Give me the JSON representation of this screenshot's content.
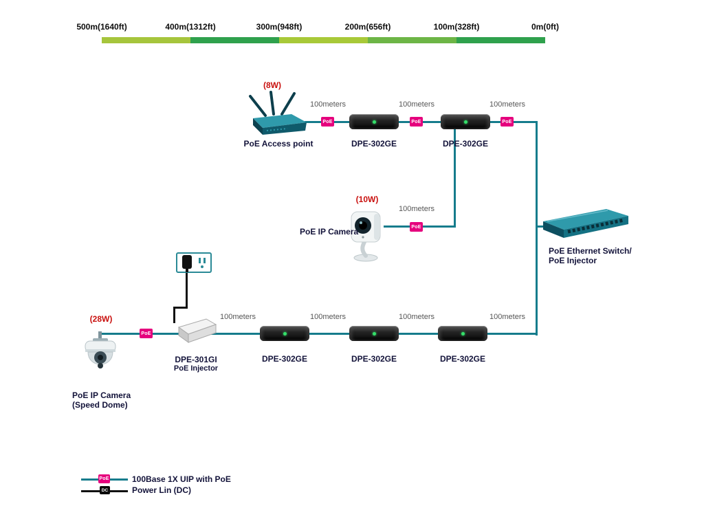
{
  "scale": {
    "labels": [
      "500m(1640ft)",
      "400m(1312ft)",
      "300m(948ft)",
      "200m(656ft)",
      "100m(328ft)",
      "0m(0ft)"
    ]
  },
  "labels": {
    "distance": "100meters"
  },
  "badges": {
    "poe": "PoE",
    "dc": "DC"
  },
  "top_row": {
    "wattage": "(8W)",
    "access_point": "PoE Access point",
    "extender_1": "DPE-302GE",
    "extender_2": "DPE-302GE"
  },
  "middle_row": {
    "wattage": "(10W)",
    "camera": "PoE IP Camera"
  },
  "switch": {
    "line1": "PoE Ethernet Switch/",
    "line2": "PoE Injector"
  },
  "bottom_row": {
    "wattage": "(28W)",
    "camera_line1": "PoE IP Camera",
    "camera_line2": "(Speed Dome)",
    "injector_line1": "DPE-301GI",
    "injector_line2": "PoE Injector",
    "extender_1": "DPE-302GE",
    "extender_2": "DPE-302GE",
    "extender_3": "DPE-302GE"
  },
  "legend": {
    "poe": "100Base 1X UIP with PoE",
    "dc": "Power Lin (DC)"
  },
  "colors": {
    "line_teal": "#157c8c",
    "poe_magenta": "#e5007d",
    "wattage_red": "#c9100e",
    "scale_light_green": "#a6c53c",
    "scale_green": "#2fa14d",
    "label_dark": "#13133a",
    "distance_gray": "#555555"
  }
}
